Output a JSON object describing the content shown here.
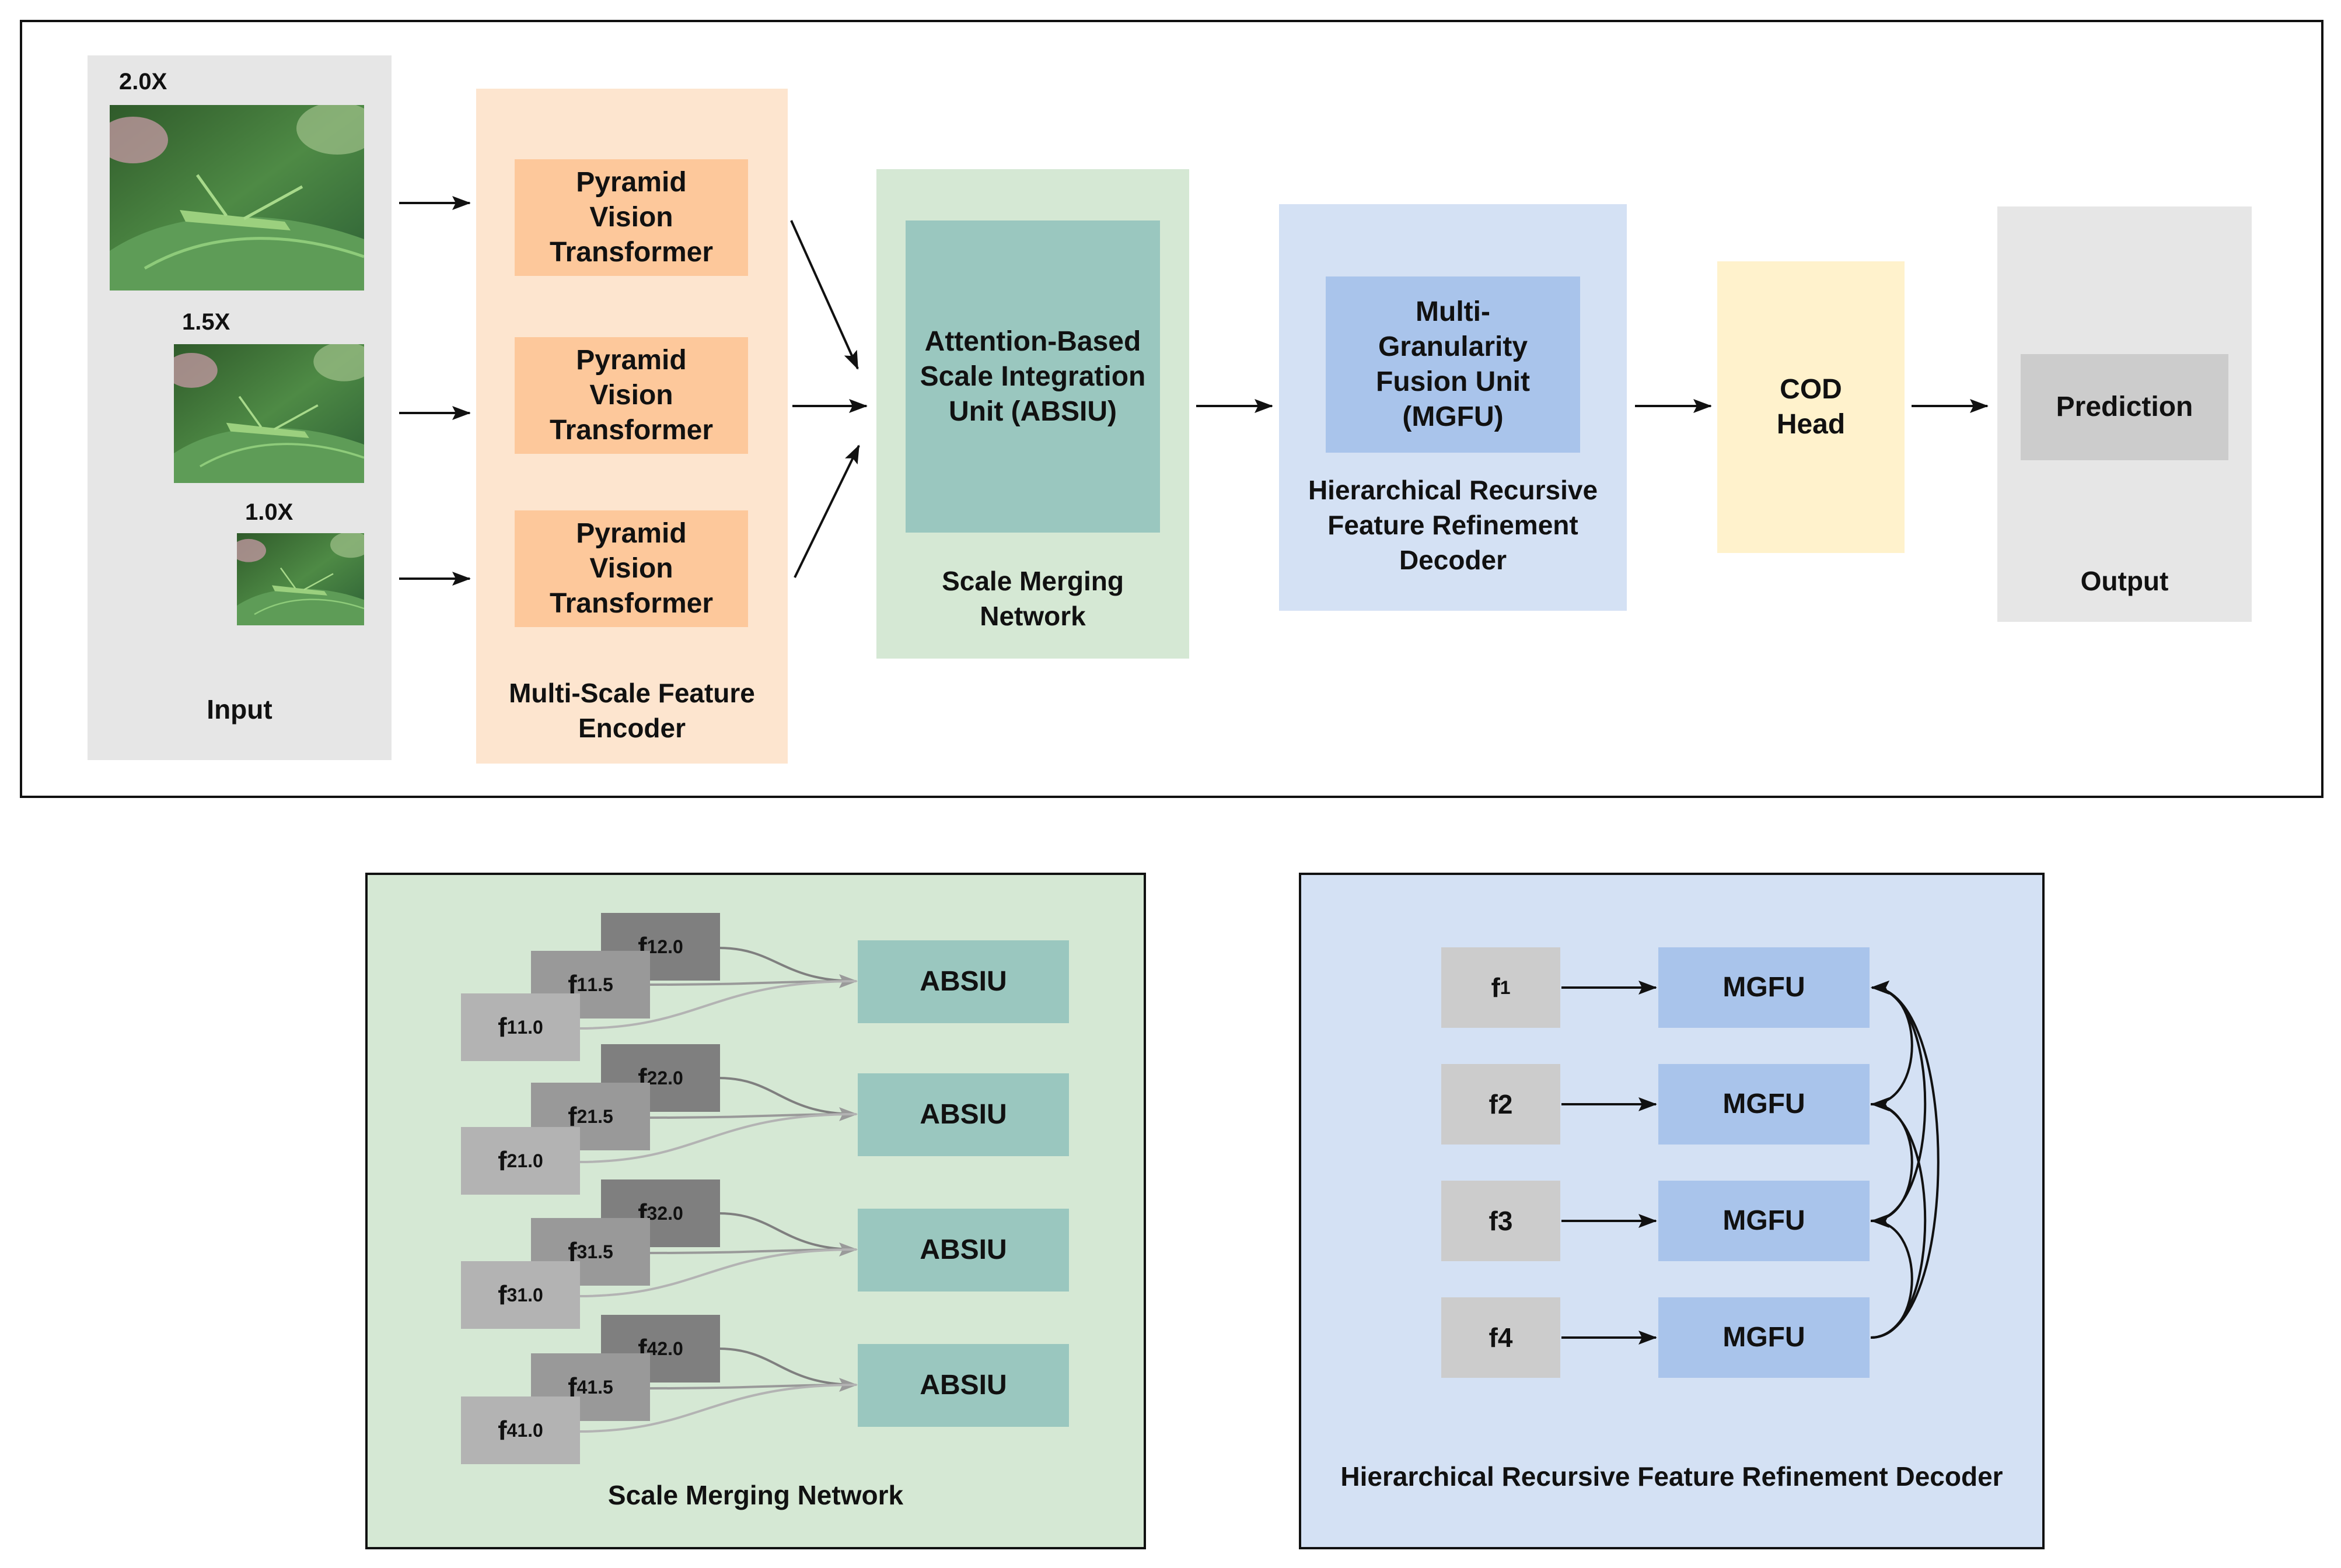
{
  "overview": {
    "input": {
      "label": "Input",
      "scales": [
        "2.0X",
        "1.5X",
        "1.0X"
      ]
    },
    "encoder": {
      "label": "Multi-Scale Feature Encoder",
      "blocks": [
        "Pyramid Vision Transformer",
        "Pyramid Vision Transformer",
        "Pyramid Vision Transformer"
      ]
    },
    "scale_merging": {
      "label": "Scale Merging Network",
      "unit": "Attention-Based Scale Integration Unit (ABSIU)"
    },
    "decoder": {
      "label": "Hierarchical Recursive Feature Refinement Decoder",
      "unit": "Multi-Granularity Fusion Unit (MGFU)"
    },
    "head": {
      "label": "COD Head"
    },
    "output": {
      "label": "Output",
      "prediction": "Prediction"
    }
  },
  "scale_merging_detail": {
    "caption": "Scale Merging Network",
    "rows": [
      {
        "features": [
          {
            "base": "f",
            "sub": "1",
            "sup": "2.0"
          },
          {
            "base": "f",
            "sub": "1",
            "sup": "1.5"
          },
          {
            "base": "f",
            "sub": "1",
            "sup": "1.0"
          }
        ],
        "unit": "ABSIU"
      },
      {
        "features": [
          {
            "base": "f",
            "sub": "2",
            "sup": "2.0"
          },
          {
            "base": "f",
            "sub": "2",
            "sup": "1.5"
          },
          {
            "base": "f",
            "sub": "2",
            "sup": "1.0"
          }
        ],
        "unit": "ABSIU"
      },
      {
        "features": [
          {
            "base": "f",
            "sub": "3",
            "sup": "2.0"
          },
          {
            "base": "f",
            "sub": "3",
            "sup": "1.5"
          },
          {
            "base": "f",
            "sub": "3",
            "sup": "1.0"
          }
        ],
        "unit": "ABSIU"
      },
      {
        "features": [
          {
            "base": "f",
            "sub": "4",
            "sup": "2.0"
          },
          {
            "base": "f",
            "sub": "4",
            "sup": "1.5"
          },
          {
            "base": "f",
            "sub": "4",
            "sup": "1.0"
          }
        ],
        "unit": "ABSIU"
      }
    ]
  },
  "decoder_detail": {
    "caption": "Hierarchical Recursive Feature Refinement Decoder",
    "rows": [
      {
        "feature_base": "f",
        "feature_sub": "1",
        "unit": "MGFU"
      },
      {
        "feature_base": "f2",
        "feature_sub": "",
        "unit": "MGFU"
      },
      {
        "feature_base": "f3",
        "feature_sub": "",
        "unit": "MGFU"
      },
      {
        "feature_base": "f4",
        "feature_sub": "",
        "unit": "MGFU"
      }
    ]
  },
  "colors": {
    "input_bg": "#e6e6e6",
    "encoder_bg": "#fde5cf",
    "pvt": "#fdc89b",
    "merge_bg": "#d5e8d4",
    "absiu": "#9ac7bf",
    "decoder_bg": "#d4e1f4",
    "mgfu": "#a9c4eb",
    "head_bg": "#fff2cc",
    "output_bg": "#e6e6e6",
    "prediction": "#cccccc",
    "feat_dark": "#7f7f7f",
    "feat_mid": "#999999",
    "feat_light": "#b3b3b3",
    "feat_grey": "#cccccc"
  }
}
